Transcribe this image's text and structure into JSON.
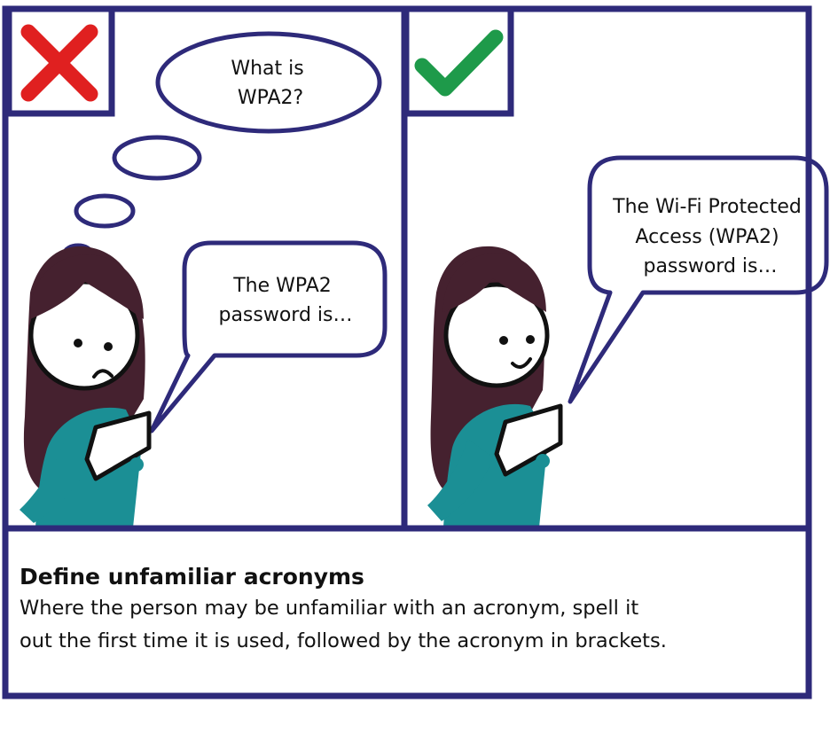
{
  "panels": {
    "wrong": {
      "marker_icon": "cross-icon",
      "marker_color": "#e02020",
      "thought_lines": [
        "What is",
        "WPA2?"
      ],
      "speech_lines": [
        "The WPA2",
        "password is…"
      ]
    },
    "right": {
      "marker_icon": "check-icon",
      "marker_color": "#1e9a4a",
      "speech_lines": [
        "The Wi-Fi Protected",
        "Access (WPA2)",
        "password is…"
      ]
    }
  },
  "caption": {
    "title": "Define unfamiliar acronyms",
    "body_lines": [
      "Where the person may be unfamiliar with an acronym, spell it",
      "out the first time it is used, followed by the acronym in brackets."
    ]
  },
  "colors": {
    "frame": "#2e2a7a",
    "hair": "#45212f",
    "shirt": "#1b8f95"
  }
}
